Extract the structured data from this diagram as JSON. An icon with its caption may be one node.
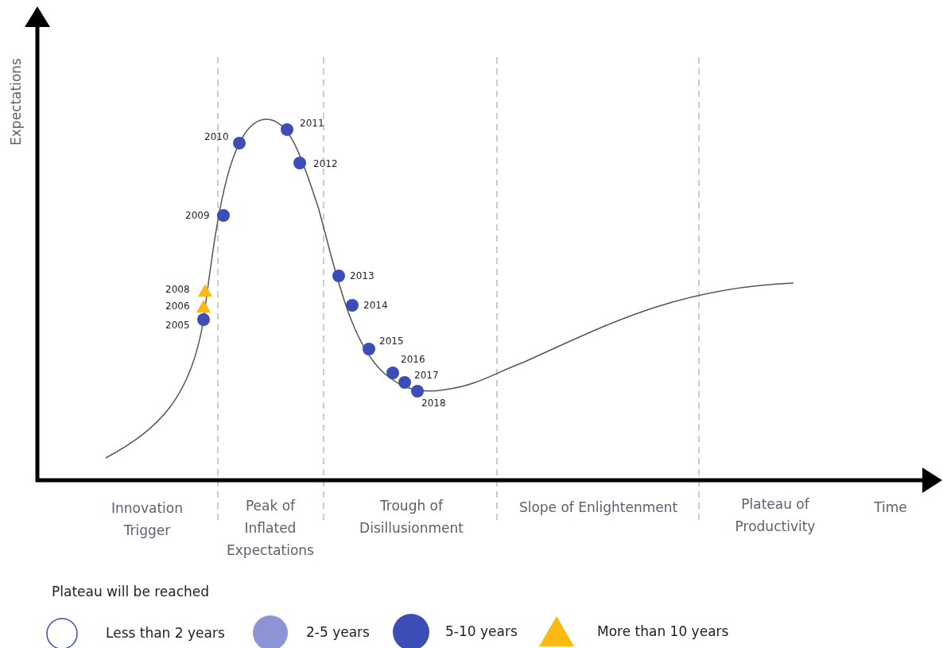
{
  "diagram": {
    "labels": [
      "Expectations",
      "2011",
      "2010",
      "2012",
      "2009",
      "2013",
      "2008",
      "2014",
      "2006",
      "2005",
      "2015",
      "2016",
      "2017",
      "2018",
      "Innovation Trigger",
      "Peak of Inflated Expectations",
      "Trough of Disillusionment",
      "Slope of Enlightenment",
      "Plateau of Productivity",
      "Time",
      "Plateau will be reached"
    ],
    "legend": [
      {
        "text": "Less than 2 years"
      },
      {
        "text": "2-5 years",
        "color": "#8c94d6"
      },
      {
        "text": "5-10 years",
        "color": "#3d4db7"
      },
      {
        "text": "More than 10 years"
      }
    ]
  }
}
